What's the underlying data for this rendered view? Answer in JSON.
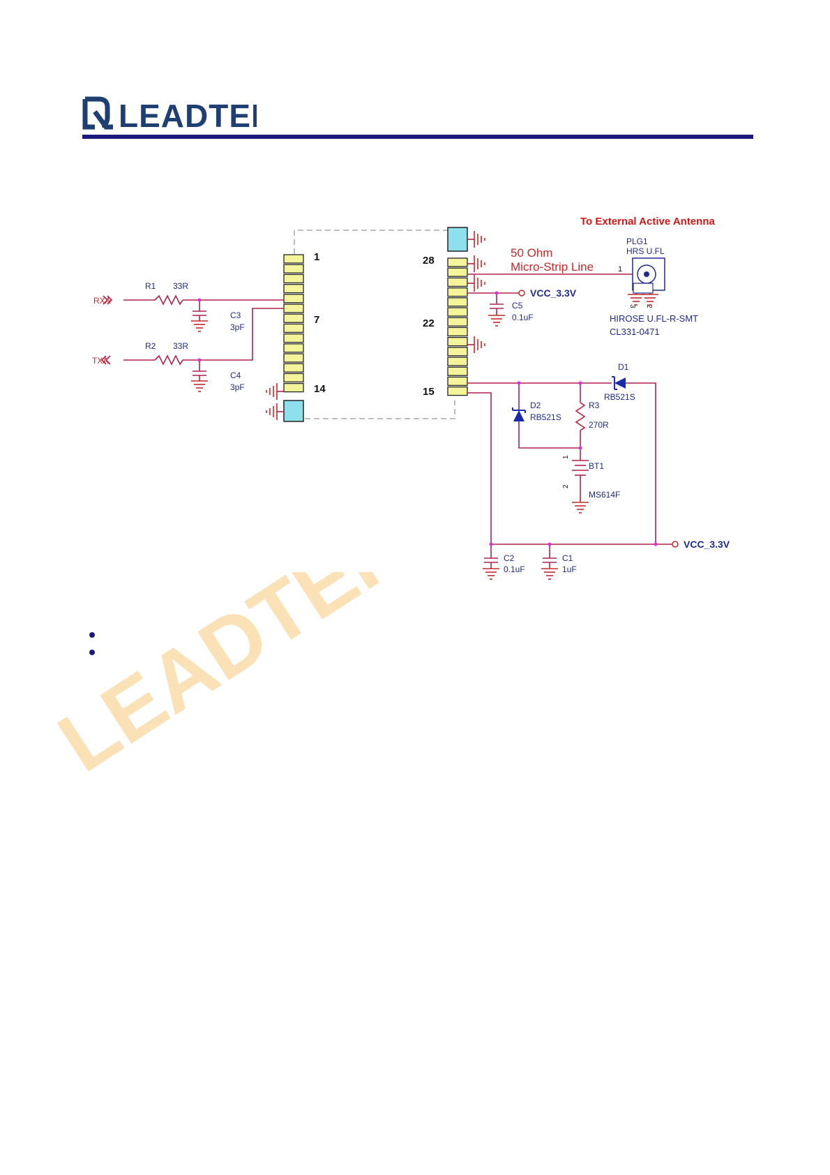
{
  "header": {
    "brand": "LEADTEK",
    "brand_color": "#1f3f72",
    "rule_color": "#1c1a7d"
  },
  "watermark": {
    "text": "LEADTEK",
    "color": "#f6c97c"
  },
  "schematic": {
    "title": "To External Active Antenna",
    "microstrip": [
      "50 Ohm",
      "Micro-Strip Line"
    ],
    "pins": {
      "p1": "1",
      "p7": "7",
      "p14": "14",
      "p28": "28",
      "p22": "22",
      "p15": "15"
    },
    "nets": {
      "rxa": "RXA",
      "txa": "TXA",
      "vcc_top": "VCC_3.3V",
      "vcc_bottom": "VCC_3.3V"
    },
    "components": {
      "r1": {
        "ref": "R1",
        "value": "33R"
      },
      "r2": {
        "ref": "R2",
        "value": "33R"
      },
      "c3": {
        "ref": "C3",
        "value": "3pF"
      },
      "c4": {
        "ref": "C4",
        "value": "3pF"
      },
      "c5": {
        "ref": "C5",
        "value": "0.1uF"
      },
      "plg1": {
        "ref": "PLG1",
        "part": "HRS U.FL",
        "pin": "1",
        "gnd_pins": [
          "3",
          "2"
        ]
      },
      "hirose": [
        "HIROSE U.FL-R-SMT",
        "CL331-0471"
      ],
      "d1": {
        "ref": "D1",
        "value": "RB521S"
      },
      "d2": {
        "ref": "D2",
        "value": "RB521S"
      },
      "r3": {
        "ref": "R3",
        "value": "270R"
      },
      "bt1": {
        "ref": "BT1",
        "value": "MS614F",
        "pin1": "1",
        "pin2": "2"
      },
      "c2": {
        "ref": "C2",
        "value": "0.1uF"
      },
      "c1": {
        "ref": "C1",
        "value": "1uF"
      }
    },
    "colors": {
      "wire": "#b0224a",
      "ground": "#c62828",
      "label": "#1f2a8a",
      "pin_pad": "#f4f49a",
      "shield_pad": "#8ee0ec",
      "title": "#d01818",
      "diode": "#1a2aa8"
    }
  },
  "bullets": {
    "count": 2,
    "color": "#1c1a7d"
  }
}
